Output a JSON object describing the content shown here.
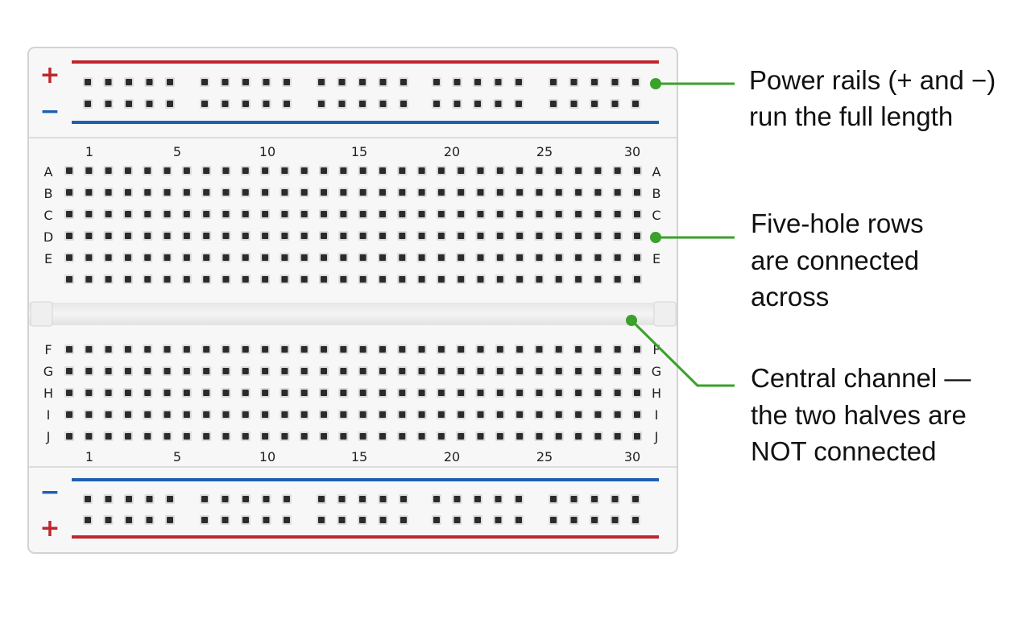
{
  "colors": {
    "board": "#f7f7f7",
    "board_edge": "#d3d3d3",
    "hole": "#2b2b2b",
    "hole_shadow": "#c9c9c9",
    "positive": "#c0262d",
    "negative": "#1f5fb0",
    "callout": "#3aa12a"
  },
  "rails": {
    "top": {
      "outer_sign": "+",
      "inner_sign": "−"
    },
    "bottom": {
      "inner_sign": "−",
      "outer_sign": "+"
    }
  },
  "columns": {
    "count": 30,
    "labels_top": [
      "1",
      "5",
      "10",
      "15",
      "20",
      "25",
      "30"
    ],
    "labels_bottom": [
      "1",
      "5",
      "10",
      "15",
      "20",
      "25",
      "30"
    ]
  },
  "rows": {
    "upper": [
      "A",
      "B",
      "C",
      "D",
      "E"
    ],
    "lower": [
      "F",
      "G",
      "H",
      "I",
      "J"
    ]
  },
  "callouts": [
    {
      "icon": "dot-pointer",
      "lines": [
        "Power rails (+ and −)",
        "run the full length"
      ]
    },
    {
      "icon": "dot-pointer",
      "lines": [
        "Five-hole rows",
        "are connected",
        "across"
      ]
    },
    {
      "icon": "dot-pointer",
      "lines": [
        "Central channel —",
        "the two halves are",
        "NOT connected"
      ]
    }
  ]
}
